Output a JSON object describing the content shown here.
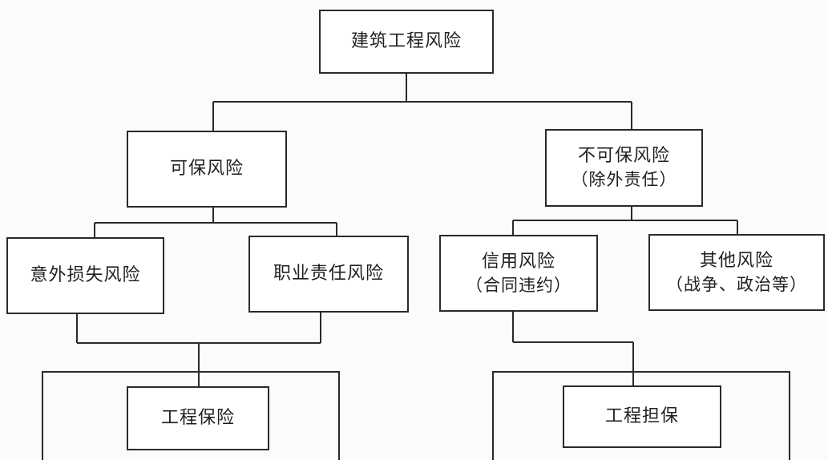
{
  "diagram": {
    "root": {
      "label": "建筑工程风险"
    },
    "insurable": {
      "label": "可保风险"
    },
    "uninsurable": {
      "label": "不可保风险",
      "sublabel": "（除外责任）"
    },
    "accident_loss": {
      "label": "意外损失风险"
    },
    "professional_liability": {
      "label": "职业责任风险"
    },
    "credit_risk": {
      "label": "信用风险",
      "sublabel": "（合同违约）"
    },
    "other_risk": {
      "label": "其他风险",
      "sublabel": "（战争、政治等）"
    },
    "engineering_insurance": {
      "label": "工程保险"
    },
    "engineering_guarantee": {
      "label": "工程担保"
    }
  }
}
